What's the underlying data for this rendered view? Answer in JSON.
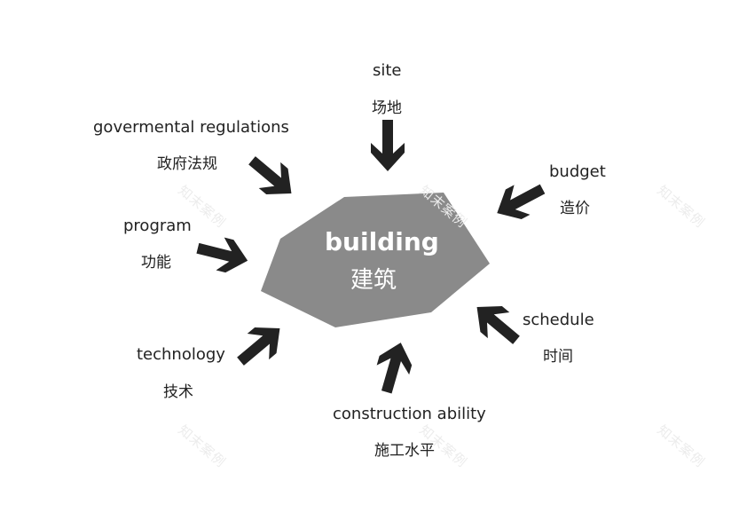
{
  "center": {
    "en": "building",
    "cn": "建筑",
    "fill": "#8a8a8a"
  },
  "factors": [
    {
      "en": "site",
      "cn": "场地"
    },
    {
      "en": "budget",
      "cn": "造价"
    },
    {
      "en": "schedule",
      "cn": "时间"
    },
    {
      "en": "construction ability",
      "cn": "施工水平"
    },
    {
      "en": "technology",
      "cn": "技术"
    },
    {
      "en": "program",
      "cn": "功能"
    },
    {
      "en": "govermental regulations",
      "cn": "政府法规"
    }
  ],
  "arrow_color": "#222222",
  "watermark": "知末案例"
}
